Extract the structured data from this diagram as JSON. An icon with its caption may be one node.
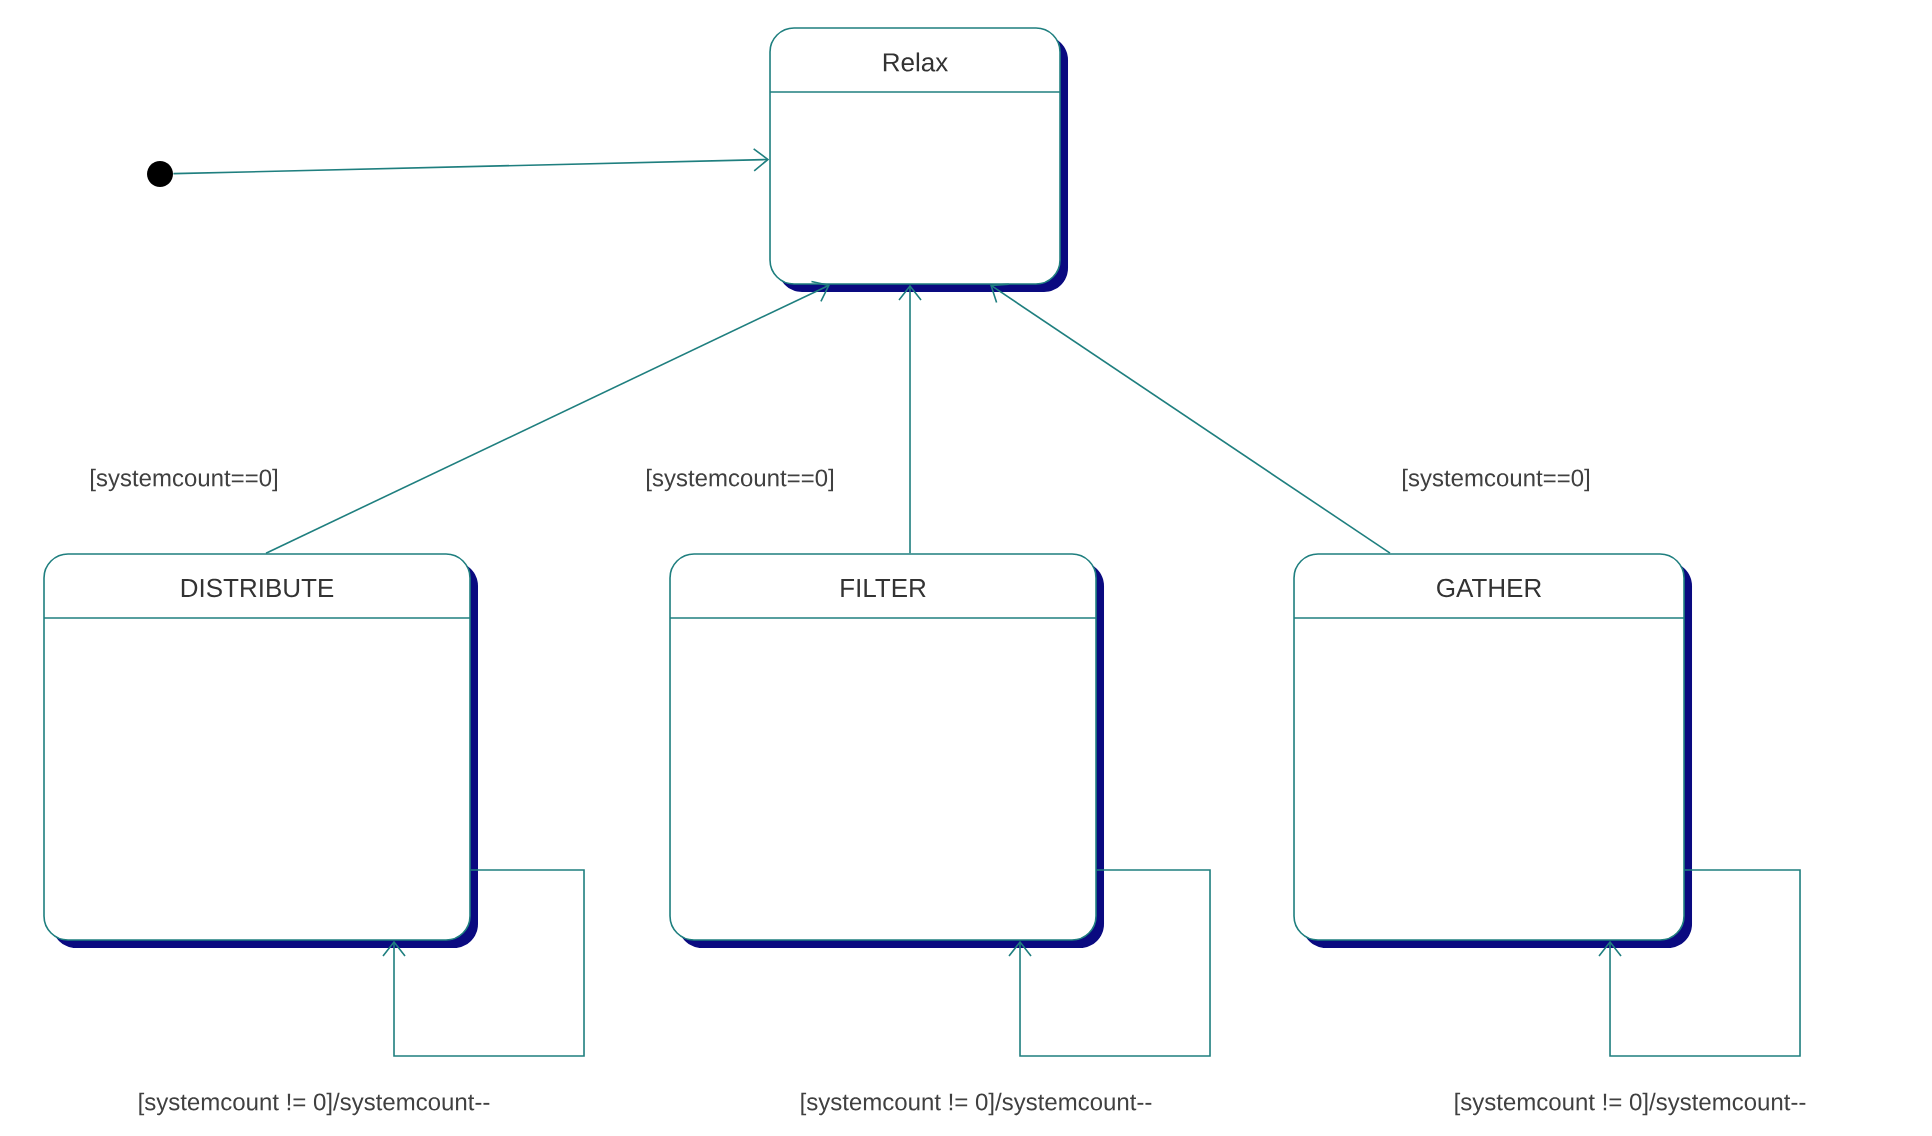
{
  "diagram": {
    "nodes": [
      {
        "text": [],
        "shape": "circle"
      },
      {
        "text": [
          "Relax"
        ]
      },
      {
        "text": [
          "DISTRIBUTE"
        ]
      },
      {
        "text": [
          "FILTER"
        ]
      },
      {
        "text": [
          "GATHER"
        ]
      }
    ],
    "edges": [
      {
        "from": 0,
        "to": 1,
        "arrow": "to"
      },
      {
        "from": 2,
        "to": 1,
        "arrow": "to",
        "label": "[systemcount==0]"
      },
      {
        "from": 3,
        "to": 1,
        "arrow": "to",
        "label": "[systemcount==0]"
      },
      {
        "from": 4,
        "to": 1,
        "arrow": "to",
        "label": "[systemcount==0]"
      },
      {
        "from": 2,
        "to": 2,
        "arrow": "to",
        "label": "[systemcount != 0]/systemcount--"
      },
      {
        "from": 3,
        "to": 3,
        "arrow": "to",
        "label": "[systemcount != 0]/systemcount--"
      },
      {
        "from": 4,
        "to": 4,
        "arrow": "to",
        "label": "[systemcount != 0]/systemcount--"
      }
    ]
  }
}
